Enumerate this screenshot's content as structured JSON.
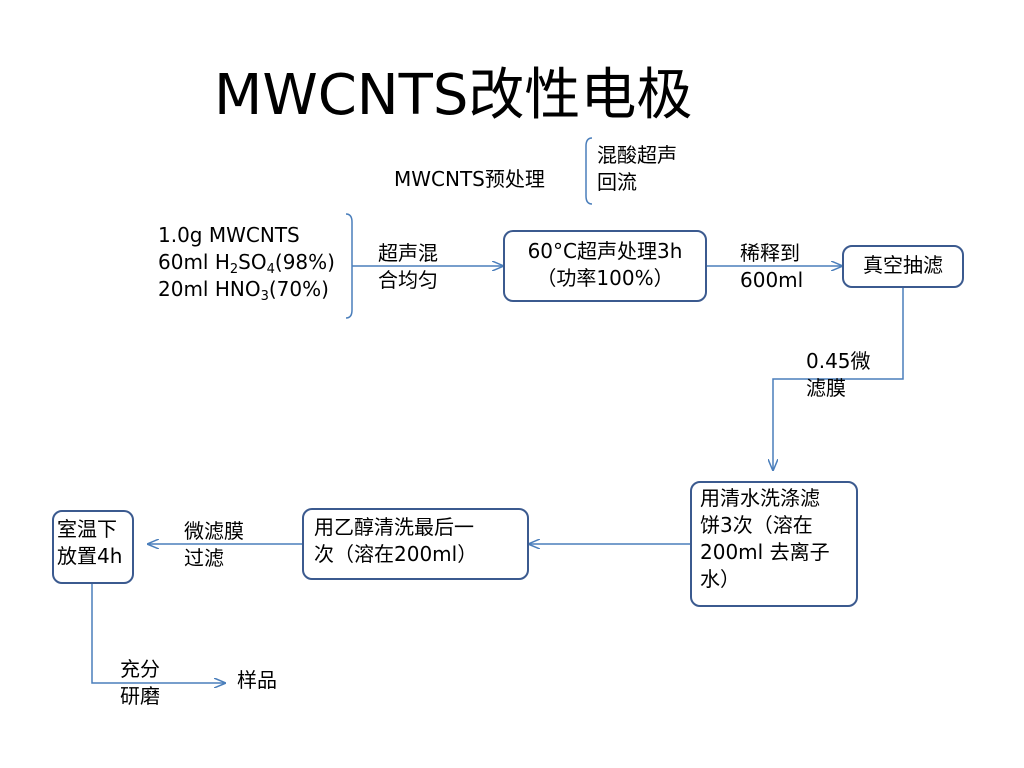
{
  "title": "MWCNTS改性电极",
  "pretreatment": {
    "label": "MWCNTS预处理",
    "note_line1": "混酸超声",
    "note_line2": "回流"
  },
  "reagents": {
    "line1": "1.0g MWCNTS",
    "line2_a": "60ml H",
    "line2_sub1": "2",
    "line2_b": "SO",
    "line2_sub2": "4",
    "line2_c": "(98%)",
    "line3_a": "20ml HNO",
    "line3_sub": "3",
    "line3_b": "(70%)"
  },
  "steps": {
    "mix_line1": "超声混",
    "mix_line2": "合均匀",
    "sonicate_line1": "60°C超声处理3h",
    "sonicate_line2": "（功率100%）",
    "dilute_line1": "稀释到",
    "dilute_line2": "600ml",
    "vacuum_filter": "真空抽滤",
    "membrane_line1": "0.45微",
    "membrane_line2": "滤膜",
    "wash_water_line1": "用清水洗涤滤",
    "wash_water_line2": "饼3次（溶在",
    "wash_water_line3": "200ml 去离子",
    "wash_water_line4": "水）",
    "wash_ethanol_line1": "用乙醇清洗最后一",
    "wash_ethanol_line2": "次（溶在200ml）",
    "microfilter_line1": "微滤膜",
    "microfilter_line2": "过滤",
    "room_temp_line1": "室温下",
    "room_temp_line2": "放置4h",
    "grind_line1": "充分",
    "grind_line2": "研磨",
    "sample": "样品"
  },
  "colors": {
    "box_border": "#3b5a8f",
    "connector": "#4a7ebb"
  }
}
